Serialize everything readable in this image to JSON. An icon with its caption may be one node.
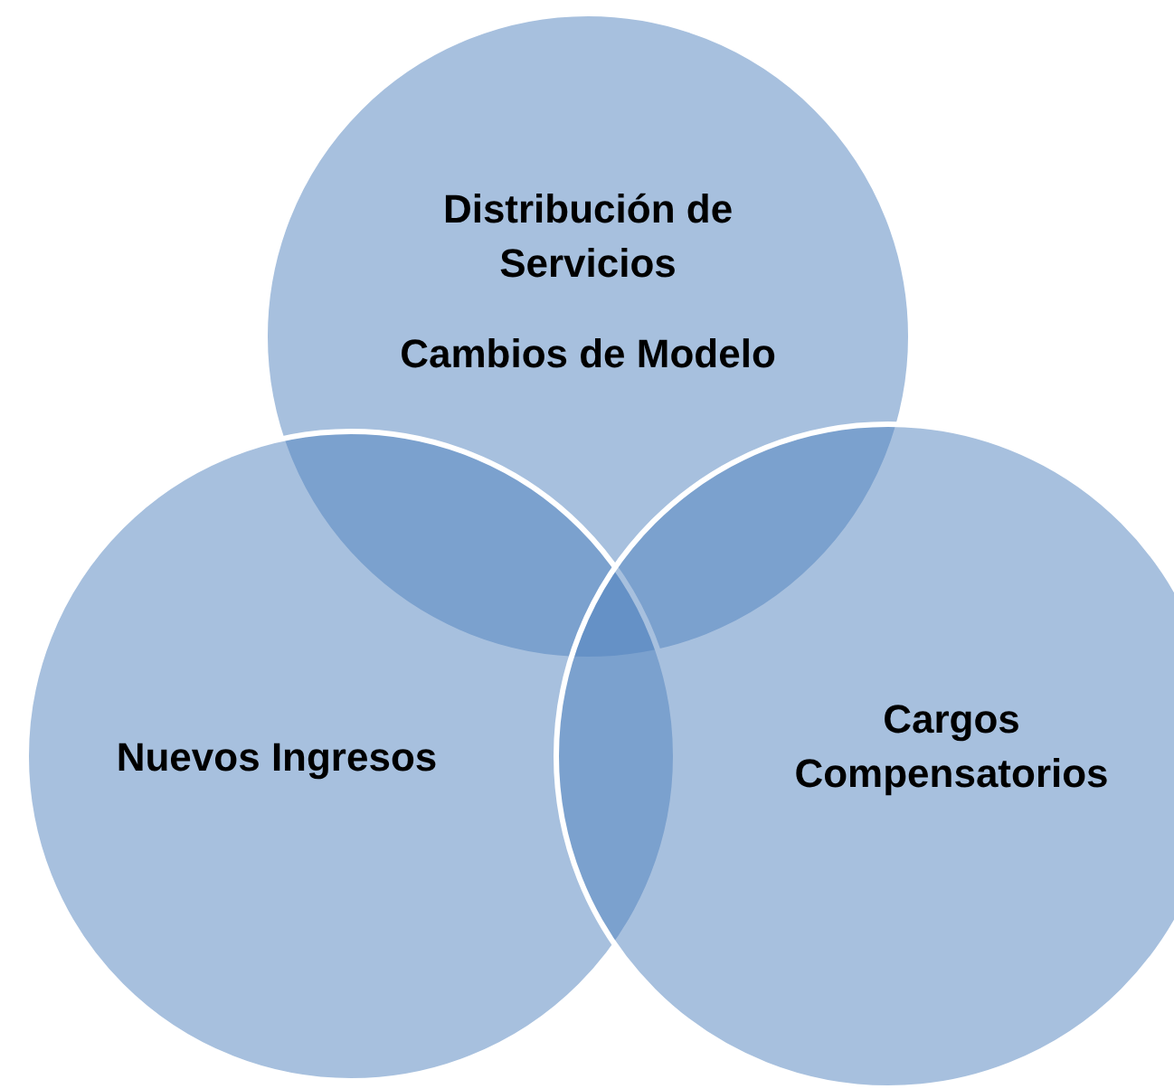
{
  "diagram": {
    "nodes": [
      {
        "text": [
          "Distribución de Servicios",
          "Cambios de Modelo"
        ]
      },
      {
        "text": [
          "Nuevos Ingresos"
        ]
      },
      {
        "text": [
          "Cargos Compensatorios"
        ]
      }
    ]
  }
}
